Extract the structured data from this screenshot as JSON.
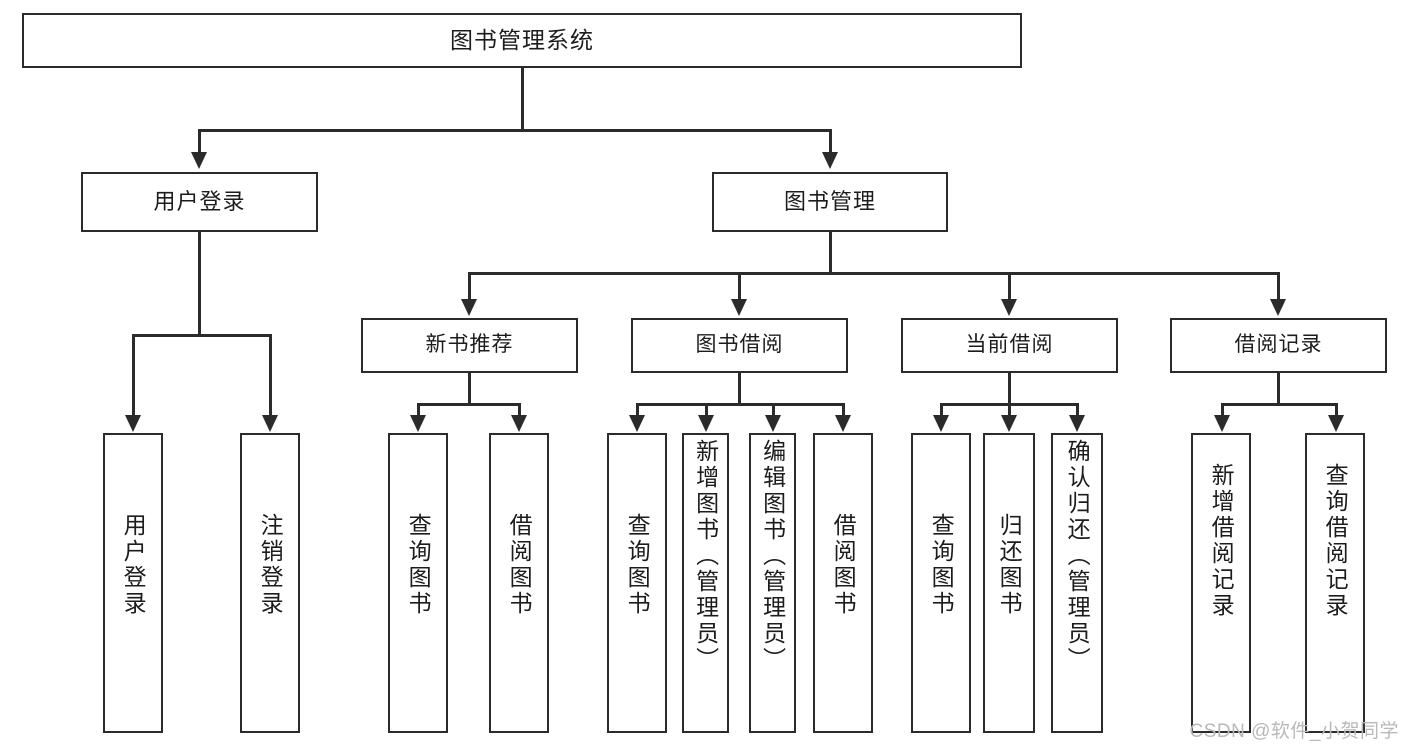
{
  "diagram": {
    "type": "tree",
    "title": "图书管理系统",
    "watermark": "CSDN @软件_小贺同学",
    "colors": {
      "box_border": "#2b2b2b",
      "box_fill": "#ffffff",
      "connector": "#2b2b2b",
      "text": "#1c1c1c",
      "watermark": "#b9b9b9"
    },
    "root": {
      "label": "图书管理系统"
    },
    "level2": [
      {
        "label": "用户登录"
      },
      {
        "label": "图书管理"
      }
    ],
    "level3": [
      {
        "label": "新书推荐"
      },
      {
        "label": "图书借阅"
      },
      {
        "label": "当前借阅"
      },
      {
        "label": "借阅记录"
      }
    ],
    "leaves": {
      "user_login": [
        {
          "label": "用户登录"
        },
        {
          "label": "注销登录"
        }
      ],
      "new_book_recommend": [
        {
          "label": "查询图书"
        },
        {
          "label": "借阅图书"
        }
      ],
      "book_borrow": [
        {
          "label": "查询图书"
        },
        {
          "label": "新增图书（管理员）"
        },
        {
          "label": "编辑图书（管理员）"
        },
        {
          "label": "借阅图书"
        }
      ],
      "current_borrow": [
        {
          "label": "查询图书"
        },
        {
          "label": "归还图书"
        },
        {
          "label": "确认归还（管理员）"
        }
      ],
      "borrow_record": [
        {
          "label": "新增借阅记录"
        },
        {
          "label": "查询借阅记录"
        }
      ]
    }
  }
}
